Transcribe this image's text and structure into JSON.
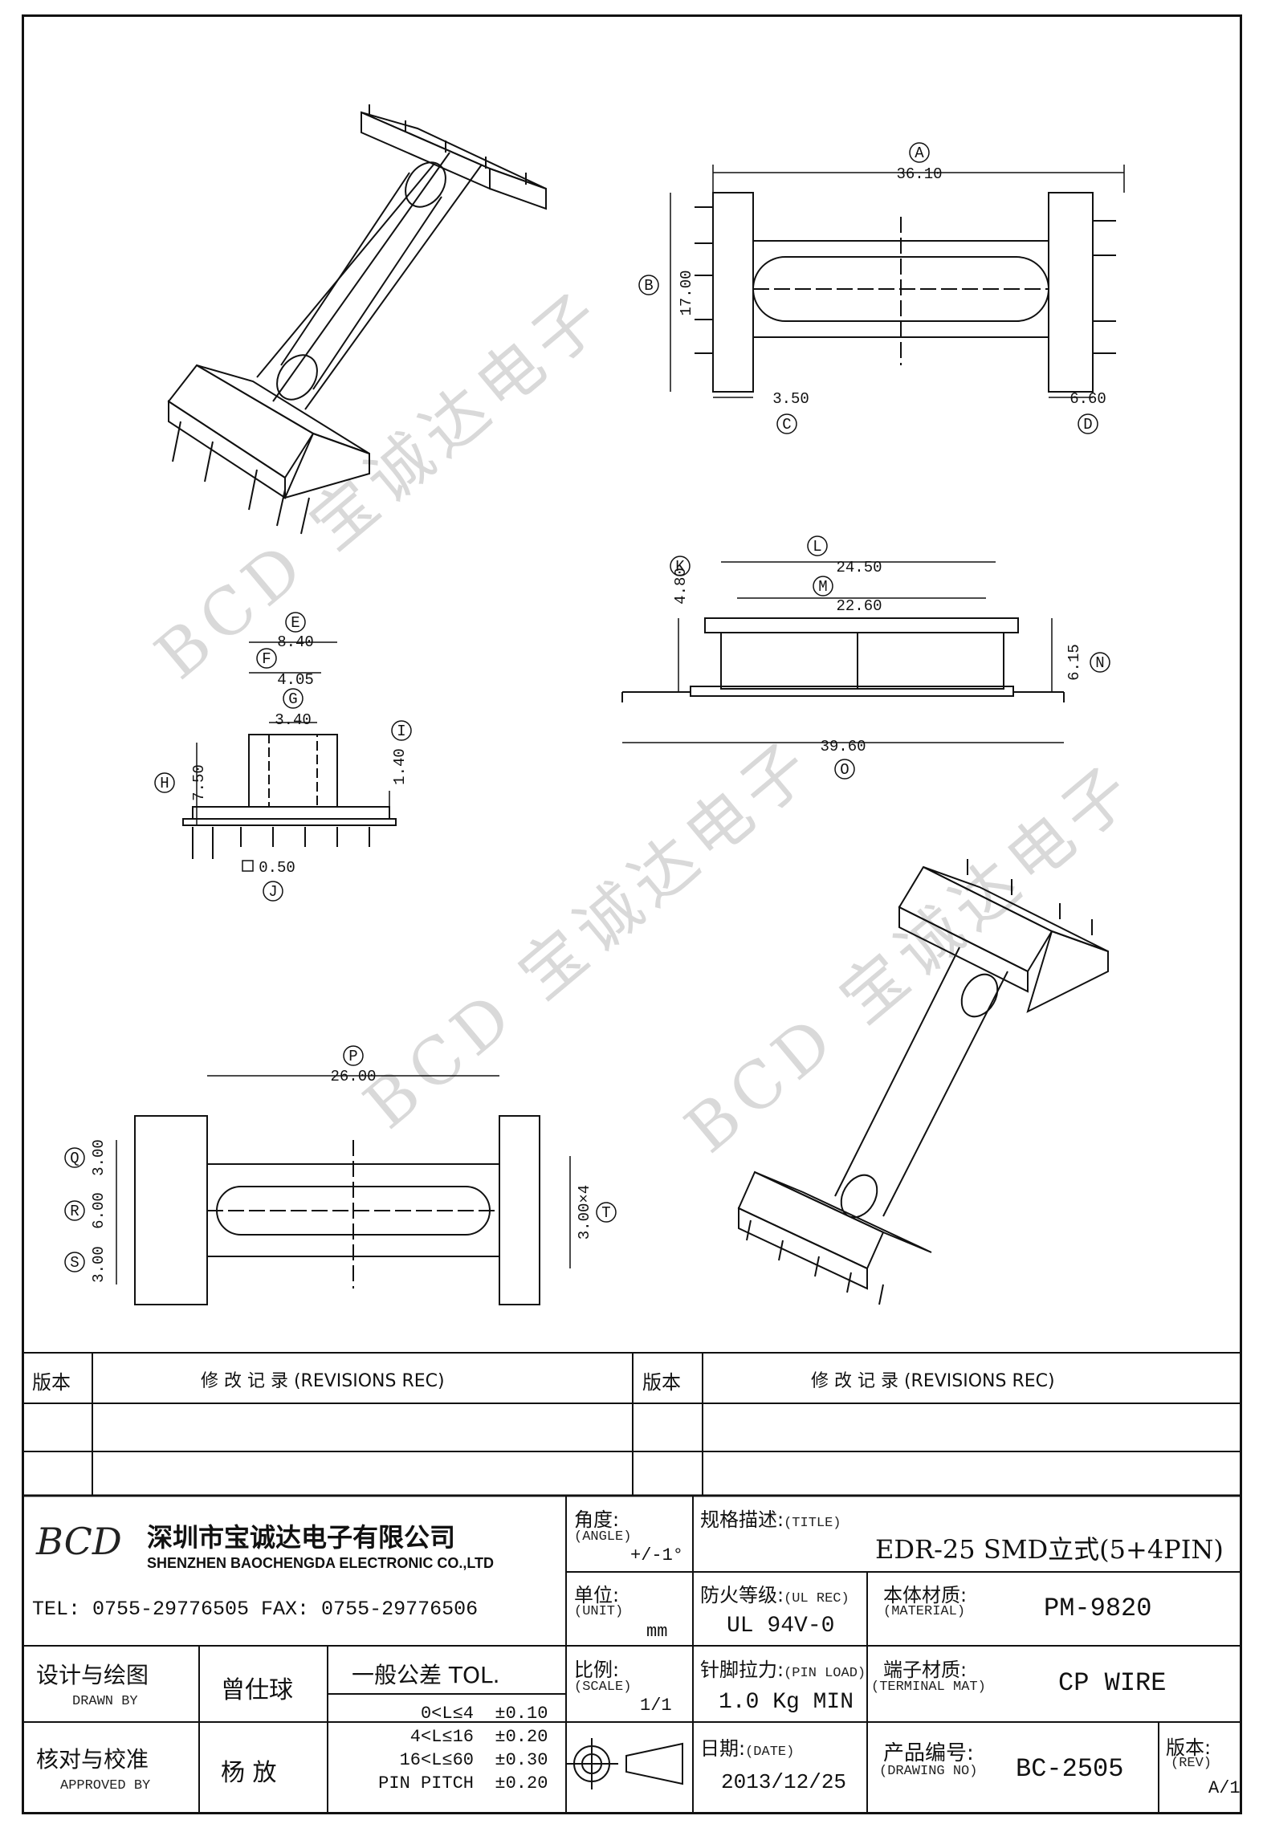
{
  "watermark": "BCD 宝诚达电子",
  "dims": {
    "A": "A",
    "A_val": "36.10",
    "B": "B",
    "B_val": "17.00",
    "C": "C",
    "C_val": "3.50",
    "D": "D",
    "D_val": "6.60",
    "E": "E",
    "E_val": "8.40",
    "F": "F",
    "F_val": "4.05",
    "G": "G",
    "G_val": "3.40",
    "H": "H",
    "H_val": "7.50",
    "I": "I",
    "I_val": "1.40",
    "J": "J",
    "J_val": "0.50",
    "K": "K",
    "K_val": "4.80",
    "L": "L",
    "L_val": "24.50",
    "M": "M",
    "M_val": "22.60",
    "N": "N",
    "N_val": "6.15",
    "O": "O",
    "O_val": "39.60",
    "P": "P",
    "P_val": "26.00",
    "Q": "Q",
    "Q_val": "3.00",
    "R": "R",
    "R_val": "6.00",
    "S": "S",
    "S_val": "3.00",
    "T": "T",
    "T_val": "3.00×4"
  },
  "revisions": {
    "col1": "版本",
    "col2": "修  改  记  录  (REVISIONS REC)",
    "col3": "版本",
    "col4": "修  改  记  录  (REVISIONS REC)"
  },
  "company": {
    "logo": "BCD",
    "name_cn": "深圳市宝诚达电子有限公司",
    "name_en": "SHENZHEN BAOCHENGDA ELECTRONIC CO.,LTD",
    "tel": "TEL: 0755-29776505  FAX: 0755-29776506"
  },
  "fields": {
    "angle_label": "角度:",
    "angle_en": "(ANGLE)",
    "angle_val": "+/-1°",
    "title_label": "规格描述:",
    "title_en": "(TITLE)",
    "title_val": "EDR-25 SMD立式(5+4PIN)",
    "unit_label": "单位:",
    "unit_en": "(UNIT)",
    "unit_val": "mm",
    "ul_label": "防火等级:",
    "ul_en": "(UL REC)",
    "ul_val": "UL 94V-0",
    "material_label": "本体材质:",
    "material_en": "(MATERIAL)",
    "material_val": "PM-9820",
    "drawn_label": "设计与绘图",
    "drawn_en": "DRAWN BY",
    "drawn_val": "曾仕球",
    "tol_label": "一般公差  TOL.",
    "tol_rows": [
      [
        "0<L≤4",
        "±0.10"
      ],
      [
        "4<L≤16",
        "±0.20"
      ],
      [
        "16<L≤60",
        "±0.30"
      ],
      [
        "PIN PITCH",
        "±0.20"
      ]
    ],
    "scale_label": "比例:",
    "scale_en": "(SCALE)",
    "scale_val": "1/1",
    "pin_label": "针脚拉力:",
    "pin_en": "(PIN LOAD)",
    "pin_val": "1.0 Kg MIN",
    "terminal_label": "端子材质:",
    "terminal_en": "(TERMINAL MAT)",
    "terminal_val": "CP WIRE",
    "approved_label": "核对与校准",
    "approved_en": "APPROVED BY",
    "approved_val": "杨  放",
    "date_label": "日期:",
    "date_en": "(DATE)",
    "date_val": "2013/12/25",
    "drawing_label": "产品编号:",
    "drawing_en": "(DRAWING NO)",
    "drawing_val": "BC-2505",
    "rev_label": "版本:",
    "rev_en": "(REV)",
    "rev_val": "A/1"
  }
}
